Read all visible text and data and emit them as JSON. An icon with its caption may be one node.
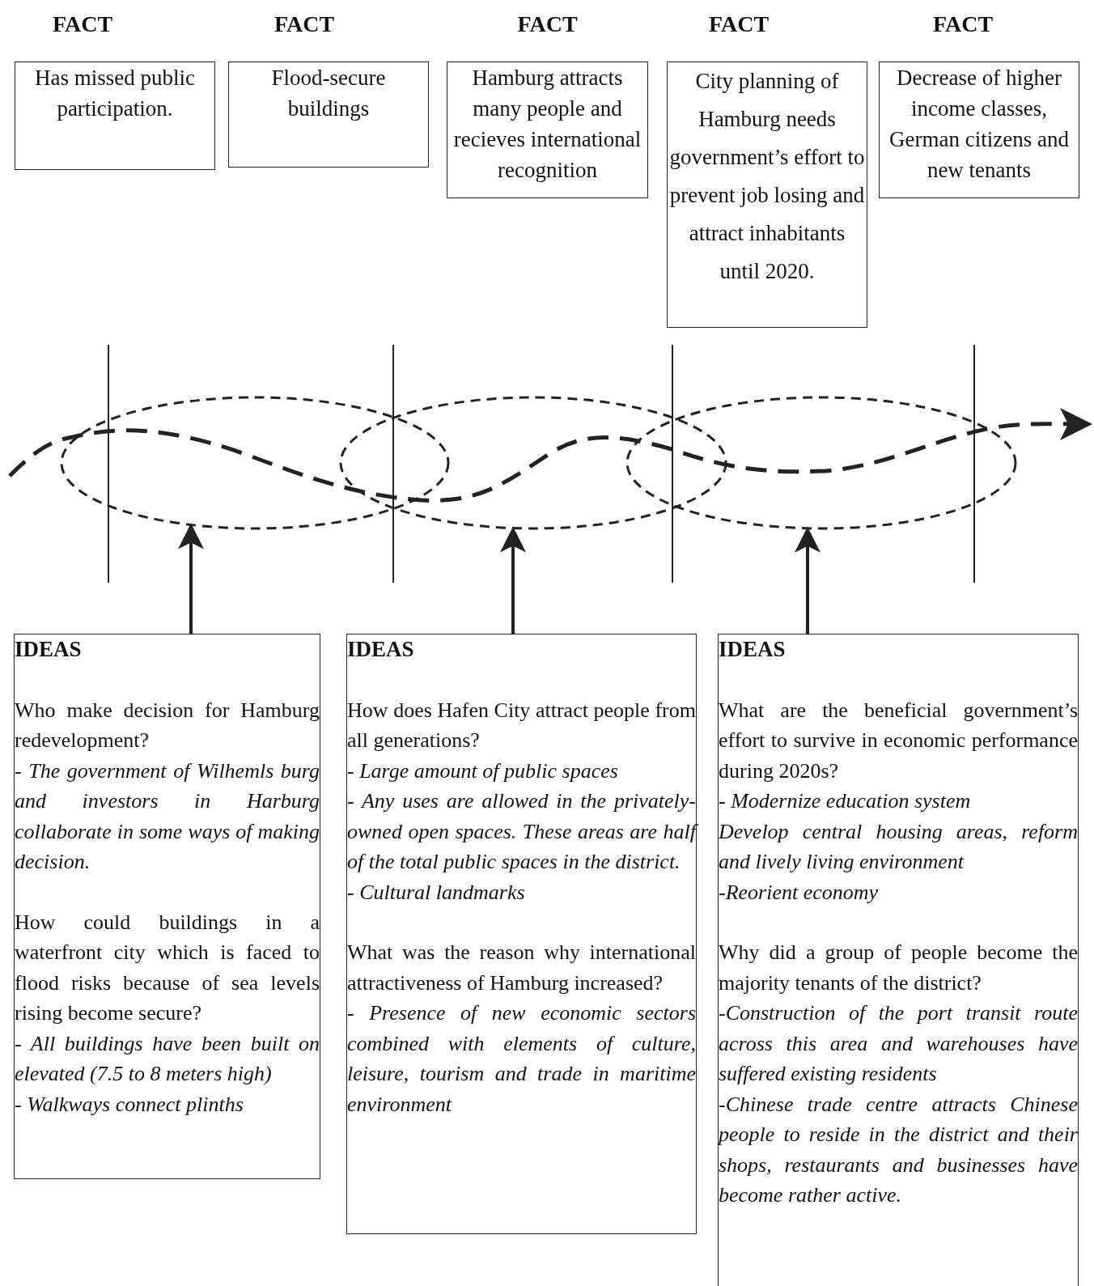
{
  "diagram": {
    "nodes": [
      {
        "text": [
          "FACT",
          "Has missed public participation."
        ]
      },
      {
        "text": [
          "FACT",
          "Flood-secure buildings"
        ]
      },
      {
        "text": [
          "FACT",
          "Hamburg attracts many people and recieves international recognition"
        ]
      },
      {
        "text": [
          "FACT",
          "City planning of Hamburg needs government’s effort to prevent job losing and attract inhabitants until 2020."
        ]
      },
      {
        "text": [
          "FACT",
          "Decrease of higher income classes, German citizens and new tenants"
        ]
      },
      {
        "text": [],
        "shape": "ellipse"
      },
      {
        "text": [],
        "shape": "ellipse"
      },
      {
        "text": [],
        "shape": "ellipse"
      },
      {
        "text": [
          "IDEAS",
          "Who make decision for Hamburg redevelopment?",
          "- The government of Wilhemls burg and investors in Harburg collaborate in some ways of making decision.",
          "How could buildings in a waterfront city which is faced to flood risks because of sea levels rising become secure?",
          "- All buildings have been built on elevated (7.5 to 8 meters high)",
          "- Walkways connect plinths"
        ]
      },
      {
        "text": [
          "IDEAS",
          "How does Hafen City attract people from all generations?",
          "- Large amount of public spaces",
          "- Any uses are allowed in the privately-owned open spaces. These areas are half of the total public spaces in the district.",
          "- Cultural landmarks",
          "What was the reason why international attractiveness of Hamburg increased?",
          "- Presence of new economic sectors combined with elements of culture, leisure, tourism and trade in maritime environment"
        ]
      },
      {
        "text": [
          "IDEAS",
          "What are the beneficial government’s effort to survive in economic performance during 2020s?",
          "- Modernize education system",
          "Develop central housing areas, reform and lively living environment",
          "-Reorient economy",
          "Why did a group of people become the majority tenants of the district?",
          "-Construction of the port transit route across this area and warehouses have suffered existing residents",
          "-Chinese trade centre attracts Chinese people to reside in the district and their shops, restaurants and businesses have become rather active."
        ]
      }
    ],
    "edges": [
      {
        "from": 8,
        "to": 5,
        "arrow": "to"
      },
      {
        "from": 9,
        "to": 6,
        "arrow": "to"
      },
      {
        "from": 10,
        "to": 7,
        "arrow": "to"
      }
    ]
  }
}
